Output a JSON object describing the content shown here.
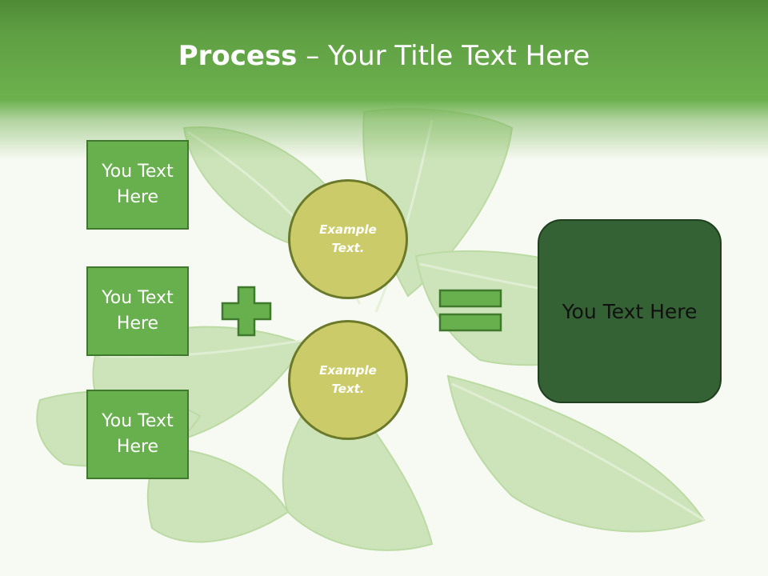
{
  "slide": {
    "title_bold": "Process",
    "title_rest": " – Your Title Text Here",
    "inputs": [
      "You Text Here",
      "You Text Here",
      "You Text Here"
    ],
    "circles": [
      "Example Text.",
      "Example Text."
    ],
    "result": "You Text Here"
  },
  "icons": {
    "plus": "plus-icon",
    "equals": "equals-icon"
  },
  "colors": {
    "header_green": "#5f9f43",
    "box_green": "#68b04e",
    "circle_olive": "#cccb6a",
    "result_dark_green": "#346234"
  }
}
